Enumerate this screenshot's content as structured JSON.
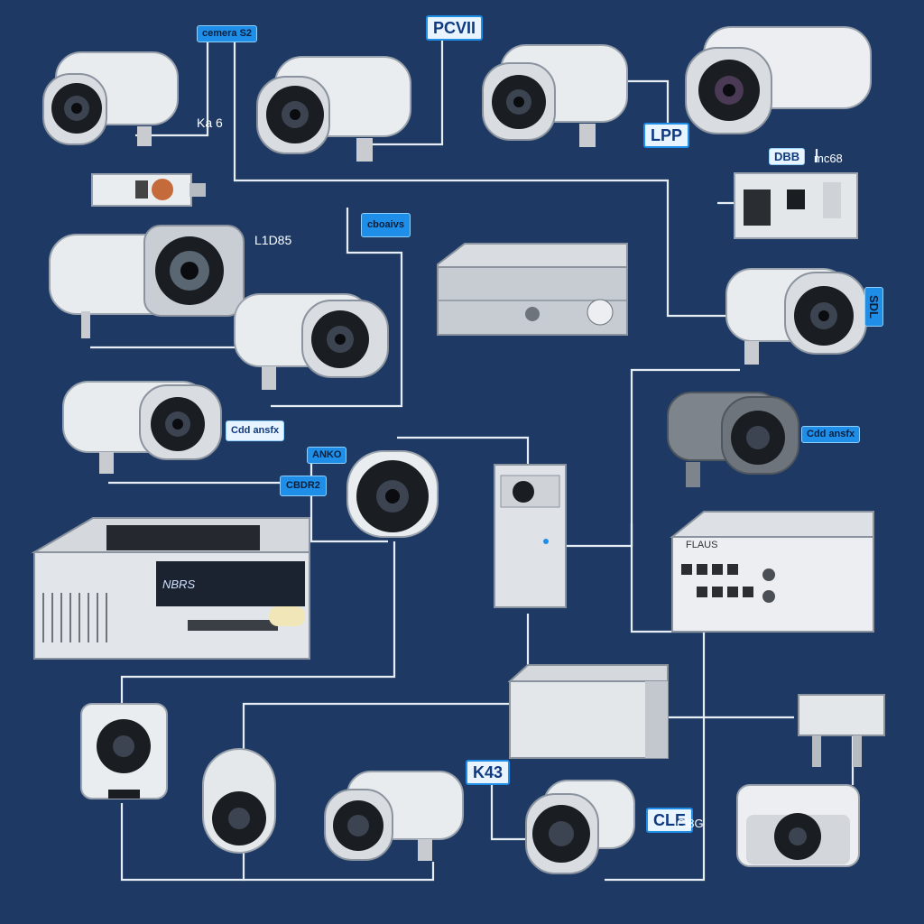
{
  "labels": {
    "l1": "cemera S2",
    "l2": "PCVII",
    "l3": "LPP",
    "l4": "DBB",
    "l5": "Ka 6",
    "l6": "mc68",
    "l7": "L1D85",
    "l8": "cboaivs",
    "l9": "SDL",
    "l10": "Cdd ansfx",
    "l11": "ANKO",
    "l12": "CBDR2",
    "l13": "K43",
    "l14": "CLE",
    "l15": "Cl8G"
  },
  "device_text": {
    "dvr_left": "NBRS",
    "box_right": "FLAUS"
  },
  "colors": {
    "background": "#1e3a64",
    "wire": "#e6edf5",
    "tag": "#1f8ee8"
  }
}
